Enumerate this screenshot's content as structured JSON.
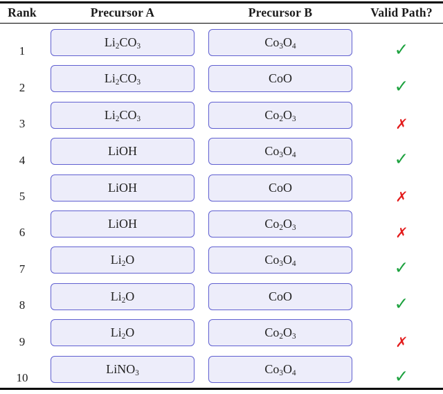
{
  "table": {
    "columns": {
      "rank": "Rank",
      "precursor_a": "Precursor A",
      "precursor_b": "Precursor B",
      "valid": "Valid Path?"
    },
    "rows": [
      {
        "rank": "1",
        "precursor_a": "Li2CO3",
        "precursor_b": "Co3O4",
        "valid": true
      },
      {
        "rank": "2",
        "precursor_a": "Li2CO3",
        "precursor_b": "CoO",
        "valid": true
      },
      {
        "rank": "3",
        "precursor_a": "Li2CO3",
        "precursor_b": "Co2O3",
        "valid": false
      },
      {
        "rank": "4",
        "precursor_a": "LiOH",
        "precursor_b": "Co3O4",
        "valid": true
      },
      {
        "rank": "5",
        "precursor_a": "LiOH",
        "precursor_b": "CoO",
        "valid": false
      },
      {
        "rank": "6",
        "precursor_a": "LiOH",
        "precursor_b": "Co2O3",
        "valid": false
      },
      {
        "rank": "7",
        "precursor_a": "Li2O",
        "precursor_b": "Co3O4",
        "valid": true
      },
      {
        "rank": "8",
        "precursor_a": "Li2O",
        "precursor_b": "CoO",
        "valid": true
      },
      {
        "rank": "9",
        "precursor_a": "Li2O",
        "precursor_b": "Co2O3",
        "valid": false
      },
      {
        "rank": "10",
        "precursor_a": "LiNO3",
        "precursor_b": "Co3O4",
        "valid": true
      }
    ]
  },
  "icons": {
    "check": "✓",
    "cross": "✗"
  },
  "colors": {
    "box_fill": "#ededfa",
    "box_border": "#5f5fd0",
    "check_green": "#1da23f",
    "cross_red": "#e31b1b",
    "rule_black": "#000000"
  }
}
